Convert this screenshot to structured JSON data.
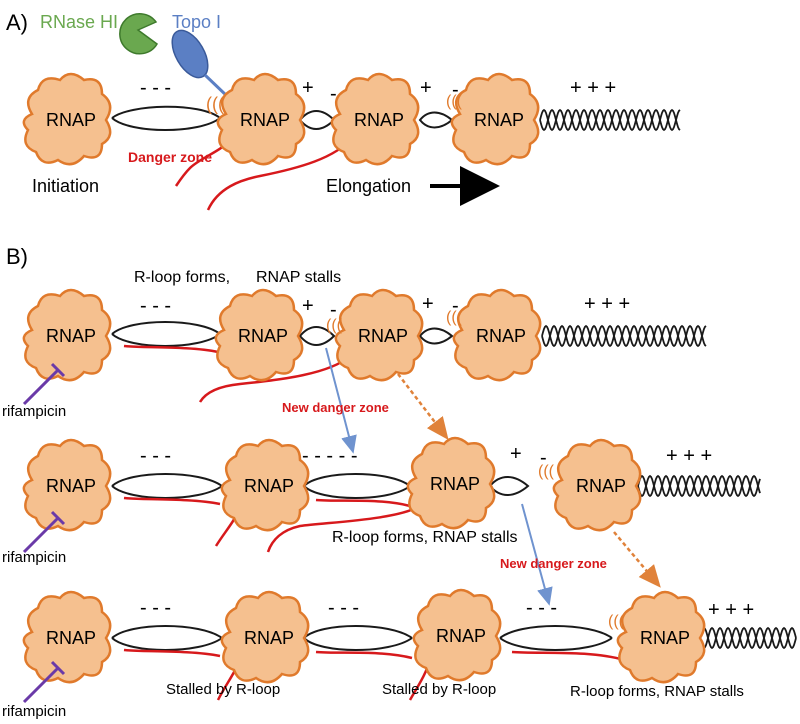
{
  "panel_a": {
    "label": "A)",
    "rnase_label": "RNase HI",
    "topo_label": "Topo I",
    "rnap_label": "RNAP",
    "danger_zone": "Danger zone",
    "initiation": "Initiation",
    "elongation": "Elongation",
    "neg_sign": "- - -",
    "plus": "+",
    "minus": "-",
    "pos_signs": "+ + +"
  },
  "panel_b": {
    "label": "B)",
    "rnap_label": "RNAP",
    "rifampicin": "rifampicin",
    "row1_caption_left": "R-loop forms,",
    "row1_caption_right": "RNAP stalls",
    "row2_caption": "R-loop forms,  RNAP stalls",
    "row3_caption_right": "R-loop forms,  RNAP stalls",
    "new_danger_zone": "New danger zone",
    "stalled_by_rloop": "Stalled by R-loop",
    "neg_sign": "- - -",
    "neg_sign_long": "- - - - -",
    "plus": "+",
    "minus": "-",
    "pos_signs": "+ + +"
  },
  "colors": {
    "rnap_fill": "#f5c08f",
    "rnap_stroke": "#e07a2c",
    "rna": "#d7191c",
    "dna": "#1a1a1a",
    "rnase_green": "#6aa84f",
    "topo_blue": "#5b7fc4",
    "inhibitor_purple": "#6a3aa8",
    "danger_text": "#d7191c",
    "blue_arrow": "#6f93cf",
    "orange_arrow": "#e0823a"
  }
}
